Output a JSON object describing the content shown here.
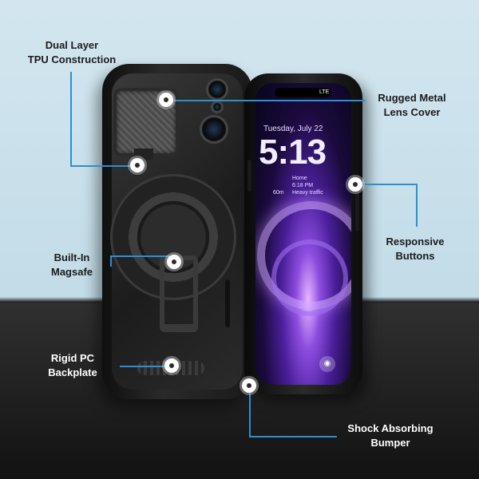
{
  "labels": {
    "dual_layer": [
      "Dual Layer",
      "TPU Construction"
    ],
    "lens_cover": [
      "Rugged Metal",
      "Lens Cover"
    ],
    "buttons": [
      "Responsive",
      "Buttons"
    ],
    "magsafe": [
      "Built-In",
      "Magsafe"
    ],
    "backplate": [
      "Rigid PC",
      "Backplate"
    ],
    "bumper": [
      "Shock Absorbing",
      "Bumper"
    ]
  },
  "screen": {
    "status": "LTE",
    "date": "Tuesday, July 22",
    "time": "5:13",
    "widget_line1": "Home",
    "widget_line2": "6:18 PM",
    "widget_line3": "60m",
    "widget_line4": "Heavy traffic"
  },
  "colors": {
    "accent_line": "#2d8fd1",
    "sky_top": "#d3e6ef",
    "floor": "#121212"
  }
}
